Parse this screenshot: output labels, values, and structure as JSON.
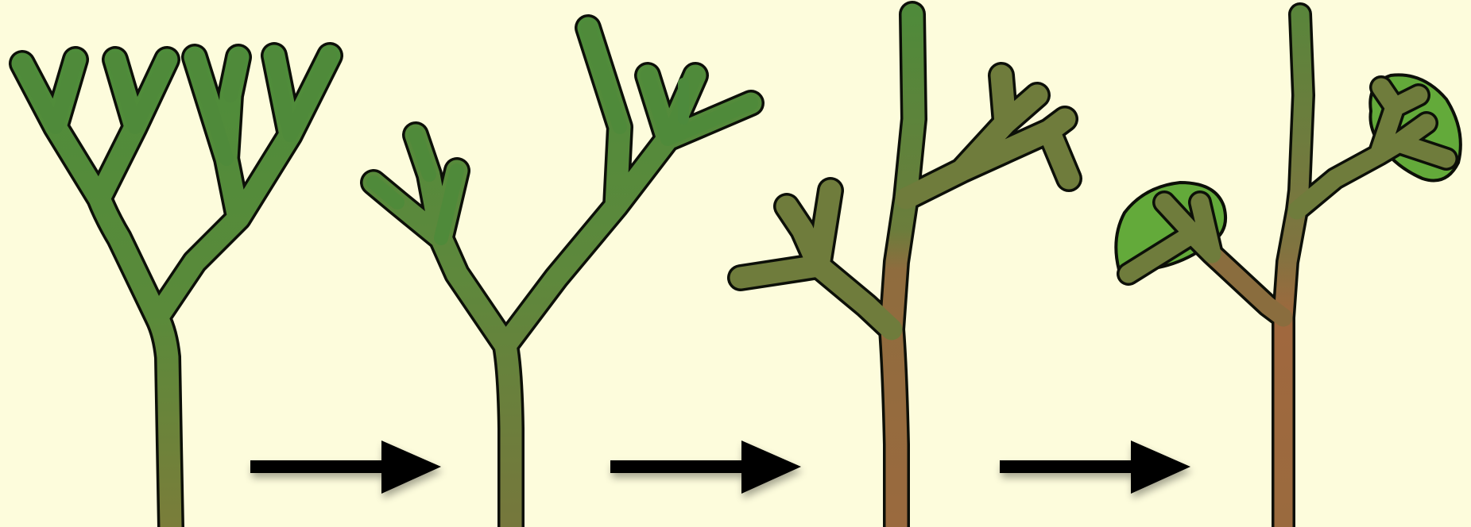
{
  "diagram": {
    "colors": {
      "background": "#fdfcdc",
      "outline": "#0c0f08",
      "branch_green": "#4e8c3a",
      "stem_olive": "#7a7d3a",
      "stem_brown": "#9a6a3e",
      "leaf_web": "#63aa3a",
      "arrow": "#050505"
    },
    "stages": [
      {
        "name": "stage-1-dichotomous-branching",
        "has_webbing": false
      },
      {
        "name": "stage-2-overtopping",
        "has_webbing": false
      },
      {
        "name": "stage-3-planation",
        "has_webbing": false
      },
      {
        "name": "stage-4-webbing",
        "has_webbing": true
      }
    ],
    "arrows": [
      {
        "name": "arrow-1",
        "direction": "right"
      },
      {
        "name": "arrow-2",
        "direction": "right"
      },
      {
        "name": "arrow-3",
        "direction": "right"
      }
    ]
  }
}
